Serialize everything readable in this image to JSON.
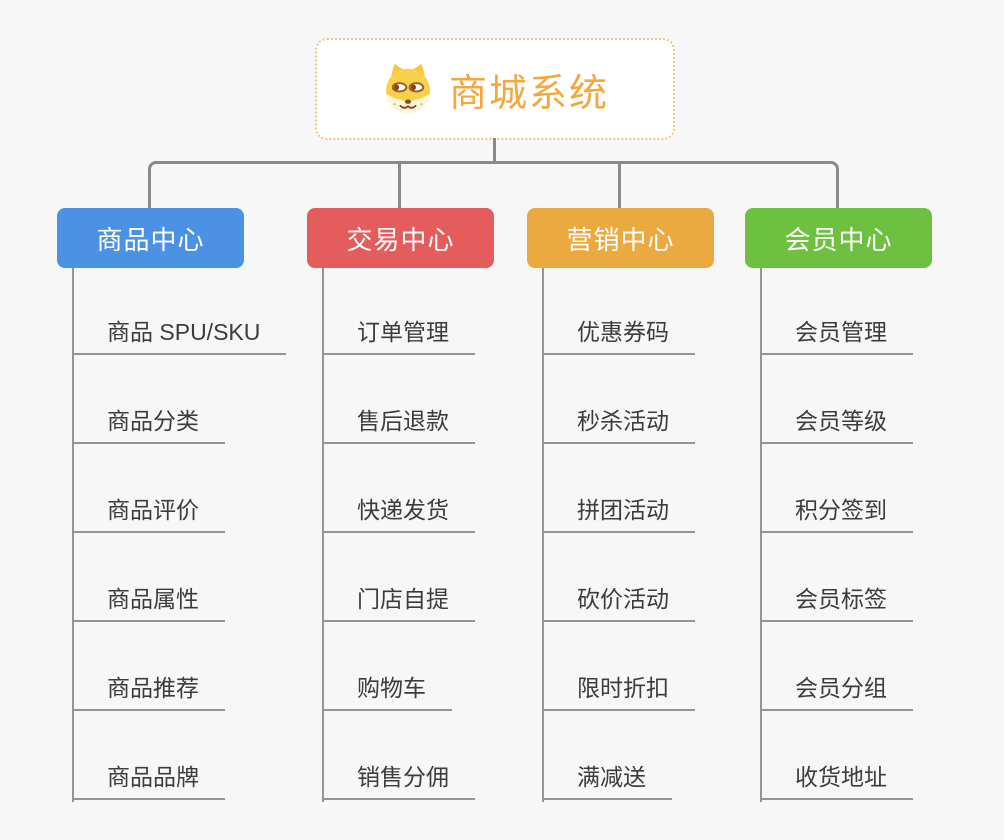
{
  "root": {
    "title": "商城系统",
    "icon": "doge-icon"
  },
  "colors": {
    "root_text": "#f4a73c",
    "root_border": "#f3c27e",
    "connector": "#8a8a8a",
    "item_line": "#949494",
    "item_text": "#3c3c3c",
    "background": "#f7f7f7"
  },
  "branches": [
    {
      "label": "商品中心",
      "color": "#4b92e5",
      "items": [
        "商品 SPU/SKU",
        "商品分类",
        "商品评价",
        "商品属性",
        "商品推荐",
        "商品品牌"
      ]
    },
    {
      "label": "交易中心",
      "color": "#e55c5c",
      "items": [
        "订单管理",
        "售后退款",
        "快递发货",
        "门店自提",
        "购物车",
        "销售分佣"
      ]
    },
    {
      "label": "营销中心",
      "color": "#ebaa40",
      "items": [
        "优惠券码",
        "秒杀活动",
        "拼团活动",
        "砍价活动",
        "限时折扣",
        "满减送"
      ]
    },
    {
      "label": "会员中心",
      "color": "#6ec040",
      "items": [
        "会员管理",
        "会员等级",
        "积分签到",
        "会员标签",
        "会员分组",
        "收货地址"
      ]
    }
  ]
}
